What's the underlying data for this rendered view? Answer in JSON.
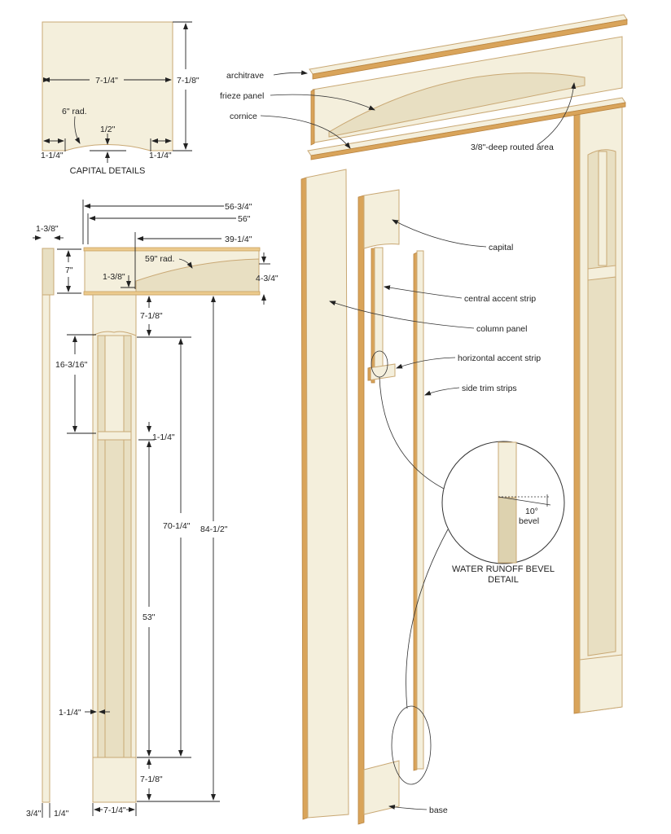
{
  "capital_details": {
    "title": "CAPITAL DETAILS",
    "width": "7-1/4\"",
    "height": "7-1/8\"",
    "radius": "6\" rad.",
    "rise": "1/2\"",
    "left_inset": "1-1/4\"",
    "right_inset": "1-1/4\""
  },
  "elevation": {
    "overall_width": "56-3/4\"",
    "frieze_width": "56\"",
    "arch_width": "39-1/4\"",
    "side_thickness": "1-3/8\"",
    "frieze_height": "7\"",
    "arch_radius": "59\" rad.",
    "arch_offset": "1-3/8\"",
    "arch_rise": "4-3/4\"",
    "capital_height": "7-1/8\"",
    "upper_panel": "16-3/16\"",
    "accent_strip": "1-1/4\"",
    "overall_height": "84-1/2\"",
    "panel_height": "70-1/4\"",
    "lower_panel": "53\"",
    "side_strip": "1-1/4\"",
    "base_height": "7-1/8\"",
    "column_width": "7-1/4\"",
    "panel_thickness": "3/4\"",
    "trim_thickness": "1/4\""
  },
  "exploded": {
    "architrave": "architrave",
    "frieze_panel": "frieze panel",
    "cornice": "cornice",
    "routed_area": "3/8\"-deep routed area",
    "capital": "capital",
    "central_accent_strip": "central accent strip",
    "column_panel": "column panel",
    "horizontal_accent_strip": "horizontal accent strip",
    "side_trim_strips": "side trim strips",
    "base": "base"
  },
  "bevel_detail": {
    "angle": "10°",
    "label": "bevel",
    "title_line1": "WATER RUNOFF BEVEL",
    "title_line2": "DETAIL"
  }
}
